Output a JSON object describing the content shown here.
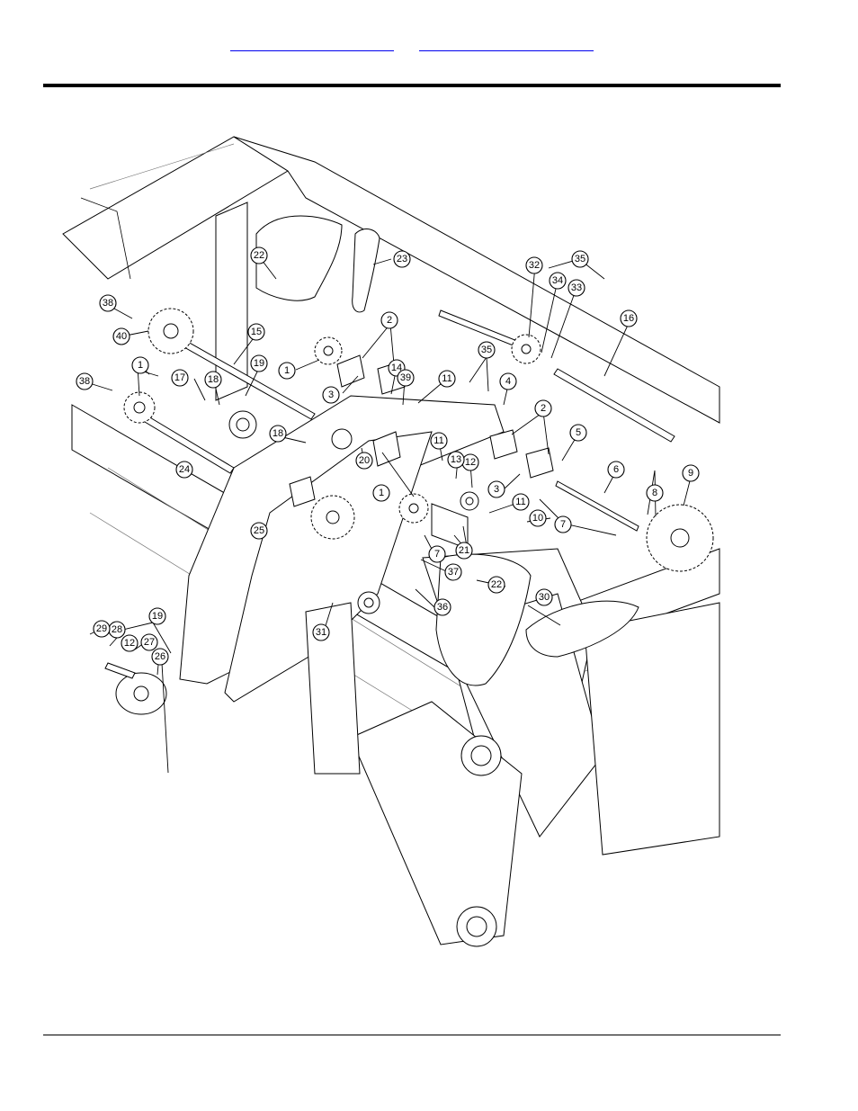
{
  "header": {
    "links": [
      "",
      ""
    ]
  },
  "diagram": {
    "callouts": [
      {
        "n": "1"
      },
      {
        "n": "1"
      },
      {
        "n": "1"
      },
      {
        "n": "2"
      },
      {
        "n": "2"
      },
      {
        "n": "3"
      },
      {
        "n": "3"
      },
      {
        "n": "4"
      },
      {
        "n": "5"
      },
      {
        "n": "6"
      },
      {
        "n": "7"
      },
      {
        "n": "7"
      },
      {
        "n": "8"
      },
      {
        "n": "9"
      },
      {
        "n": "10"
      },
      {
        "n": "11"
      },
      {
        "n": "11"
      },
      {
        "n": "11"
      },
      {
        "n": "12"
      },
      {
        "n": "12"
      },
      {
        "n": "13"
      },
      {
        "n": "14"
      },
      {
        "n": "15"
      },
      {
        "n": "16"
      },
      {
        "n": "17"
      },
      {
        "n": "18"
      },
      {
        "n": "18"
      },
      {
        "n": "19"
      },
      {
        "n": "19"
      },
      {
        "n": "20"
      },
      {
        "n": "21"
      },
      {
        "n": "22"
      },
      {
        "n": "22"
      },
      {
        "n": "23"
      },
      {
        "n": "24"
      },
      {
        "n": "25"
      },
      {
        "n": "26"
      },
      {
        "n": "27"
      },
      {
        "n": "28"
      },
      {
        "n": "29"
      },
      {
        "n": "30"
      },
      {
        "n": "31"
      },
      {
        "n": "32"
      },
      {
        "n": "33"
      },
      {
        "n": "34"
      },
      {
        "n": "35"
      },
      {
        "n": "35"
      },
      {
        "n": "36"
      },
      {
        "n": "37"
      },
      {
        "n": "38"
      },
      {
        "n": "38"
      },
      {
        "n": "39"
      },
      {
        "n": "40"
      }
    ]
  }
}
